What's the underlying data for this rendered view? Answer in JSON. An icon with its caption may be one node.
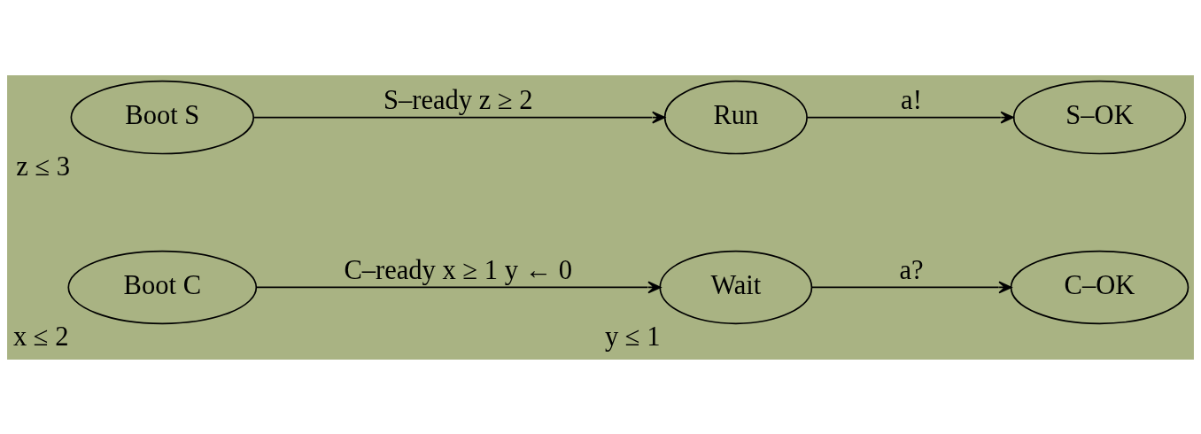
{
  "diagram": {
    "nodes": [
      {
        "text": [
          "Boot C"
        ],
        "beside": [
          "x ≤ 2"
        ]
      },
      {
        "text": [
          "Wait"
        ],
        "beside": [
          "y ≤ 1"
        ]
      },
      {
        "text": [
          "C–OK"
        ]
      },
      {
        "text": [
          "Boot S"
        ],
        "beside": [
          "z ≤ 3"
        ]
      },
      {
        "text": [
          "Run"
        ]
      },
      {
        "text": [
          "S–OK"
        ]
      }
    ],
    "edges": [
      {
        "from": 0,
        "to": 1,
        "arrow": "to",
        "label": "C–ready x ≥ 1 y ← 0"
      },
      {
        "from": 1,
        "to": 2,
        "arrow": "to",
        "label": "a?"
      },
      {
        "from": 3,
        "to": 4,
        "arrow": "to",
        "label": "S–ready z ≥ 2"
      },
      {
        "from": 4,
        "to": 5,
        "arrow": "to",
        "label": "a!"
      }
    ]
  }
}
